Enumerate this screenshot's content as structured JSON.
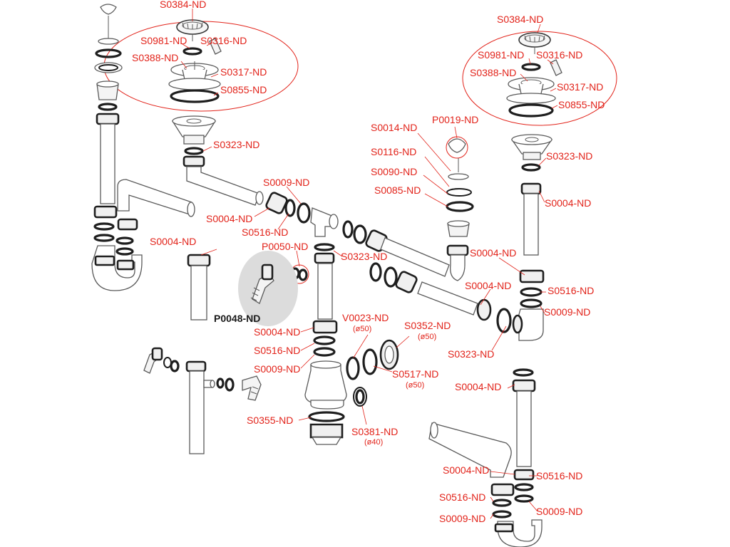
{
  "accent_color": "#e2231a",
  "labels": {
    "s0384_l": "S0384-ND",
    "s0981_l": "S0981-ND",
    "s0316_l": "S0316-ND",
    "s0388_l": "S0388-ND",
    "s0317_l": "S0317-ND",
    "s0855_l": "S0855-ND",
    "s0323_l1": "S0323-ND",
    "s0009_1": "S0009-ND",
    "s0004_1": "S0004-ND",
    "s0516_1": "S0516-ND",
    "p0050": "P0050-ND",
    "s0323_c": "S0323-ND",
    "s0004_2": "S0004-ND",
    "p0048": "P0048-ND",
    "s0004_3": "S0004-ND",
    "s0516_2": "S0516-ND",
    "s0009_2": "S0009-ND",
    "v0023": "V0023-ND",
    "v0023_size": "(ø50)",
    "s0352": "S0352-ND",
    "s0352_size": "(ø50)",
    "s0517": "S0517-ND",
    "s0517_size": "(ø50)",
    "s0355": "S0355-ND",
    "s0381": "S0381-ND",
    "s0381_size": "(ø40)",
    "s0014": "S0014-ND",
    "p0019": "P0019-ND",
    "s0116": "S0116-ND",
    "s0090": "S0090-ND",
    "s0085": "S0085-ND",
    "s0384_r": "S0384-ND",
    "s0981_r": "S0981-ND",
    "s0316_r": "S0316-ND",
    "s0388_r": "S0388-ND",
    "s0317_r": "S0317-ND",
    "s0855_r": "S0855-ND",
    "s0323_r": "S0323-ND",
    "s0004_r": "S0004-ND",
    "s0004_m": "S0004-ND",
    "s0004_m2": "S0004-ND",
    "s0516_r": "S0516-ND",
    "s0009_r": "S0009-ND",
    "s0323_r2": "S0323-ND",
    "s0004_r2": "S0004-ND",
    "s0004_b": "S0004-ND",
    "s0516_b": "S0516-ND",
    "s0516_b2": "S0516-ND",
    "s0009_b": "S0009-ND",
    "s0009_b2": "S0009-ND"
  }
}
